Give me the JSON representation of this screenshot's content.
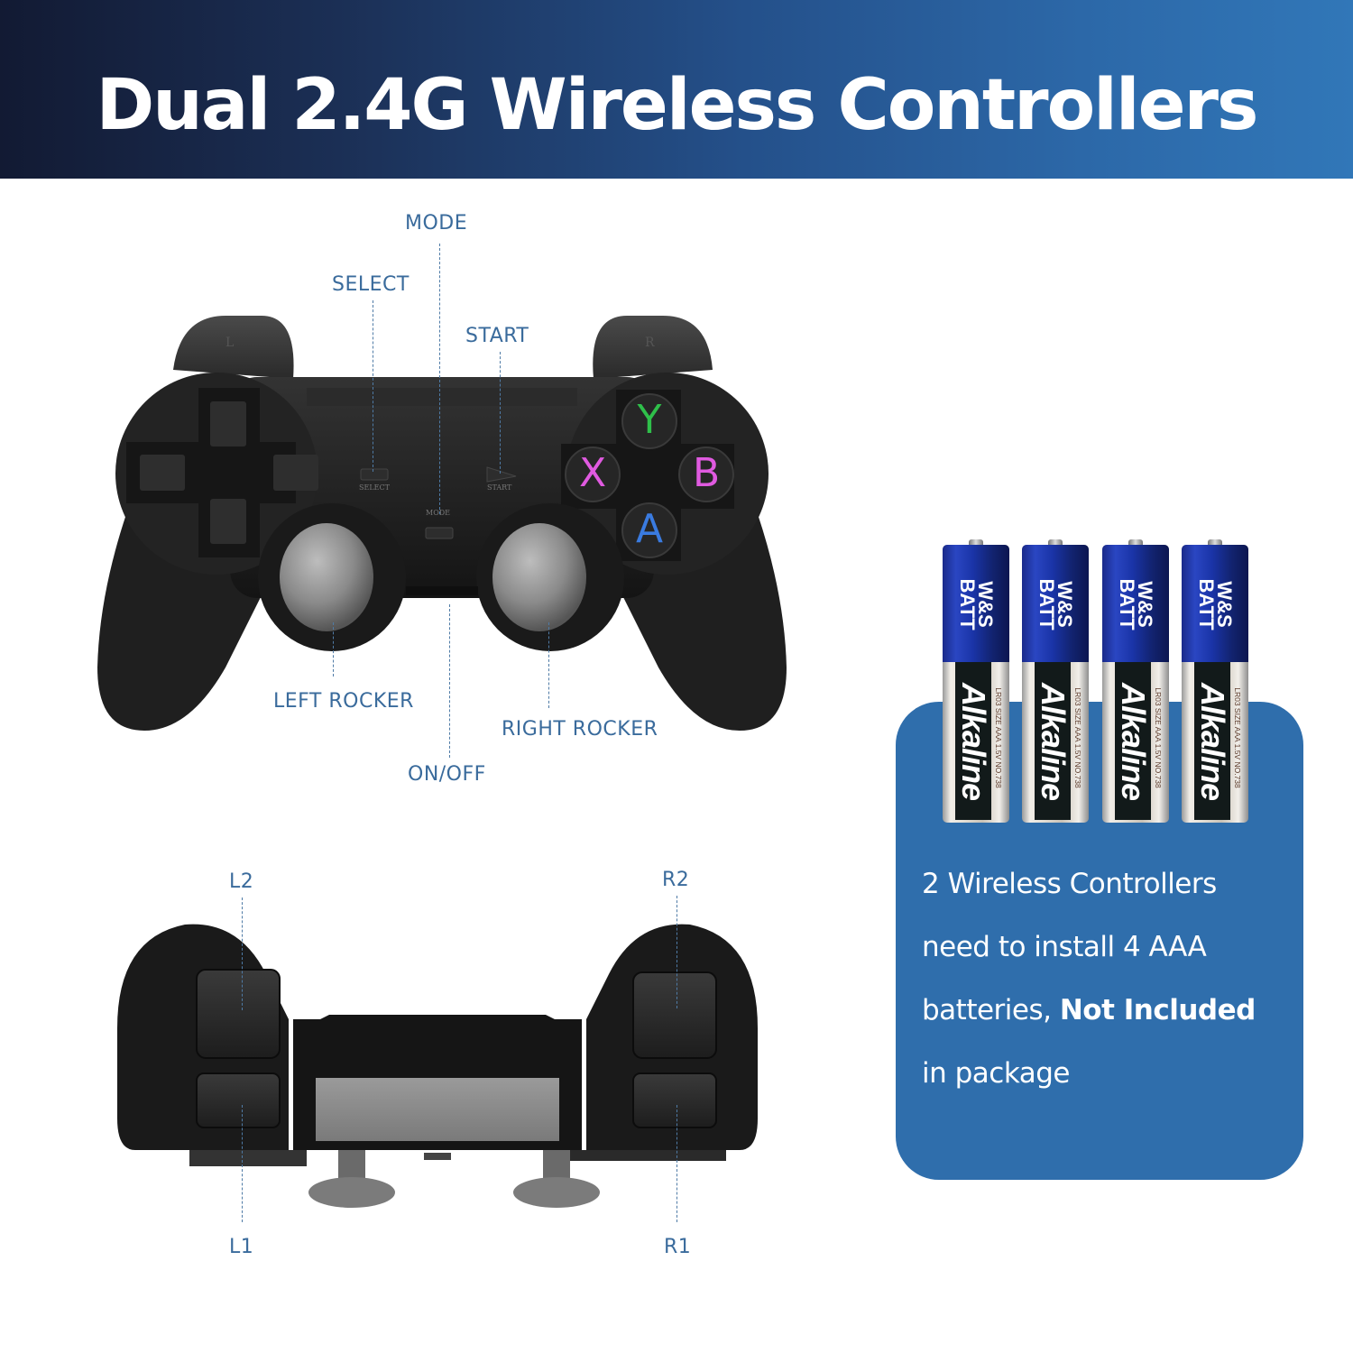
{
  "header": {
    "title": "Dual 2.4G Wireless Controllers",
    "gradient_start": "#121a33",
    "gradient_end": "#3177b8"
  },
  "top_view": {
    "callouts": {
      "mode": "MODE",
      "select": "SELECT",
      "start": "START",
      "left_rocker": "LEFT ROCKER",
      "right_rocker": "RIGHT ROCKER",
      "on_off": "ON/OFF"
    },
    "shoulder_marks": {
      "left": "L",
      "right": "R"
    },
    "face_buttons": [
      {
        "label": "Y",
        "color": "#2fbf4a"
      },
      {
        "label": "X",
        "color": "#e05ae0"
      },
      {
        "label": "B",
        "color": "#e05ae0"
      },
      {
        "label": "A",
        "color": "#3a7be0"
      }
    ],
    "printed_labels": {
      "select": "SELECT",
      "start": "START",
      "mode": "MODE"
    }
  },
  "back_view": {
    "callouts": {
      "l2": "L2",
      "r2": "R2",
      "l1": "L1",
      "r1": "R1"
    }
  },
  "batteries": {
    "count": 4,
    "brand_line1": "W&S",
    "brand_line2": "BATT",
    "registered": "®",
    "type": "Alkaline",
    "spec": "LR03  SIZE AAA  1.5V  NO.738"
  },
  "info_card": {
    "line1": "2 Wireless Controllers",
    "line2": "need to install 4 AAA",
    "line3_prefix": "batteries, ",
    "line3_bold": "Not Included",
    "line4": "in package",
    "background": "#2f6eac"
  },
  "colors": {
    "callout_text": "#3a6b9c",
    "controller_body": "#1e1e1e"
  }
}
